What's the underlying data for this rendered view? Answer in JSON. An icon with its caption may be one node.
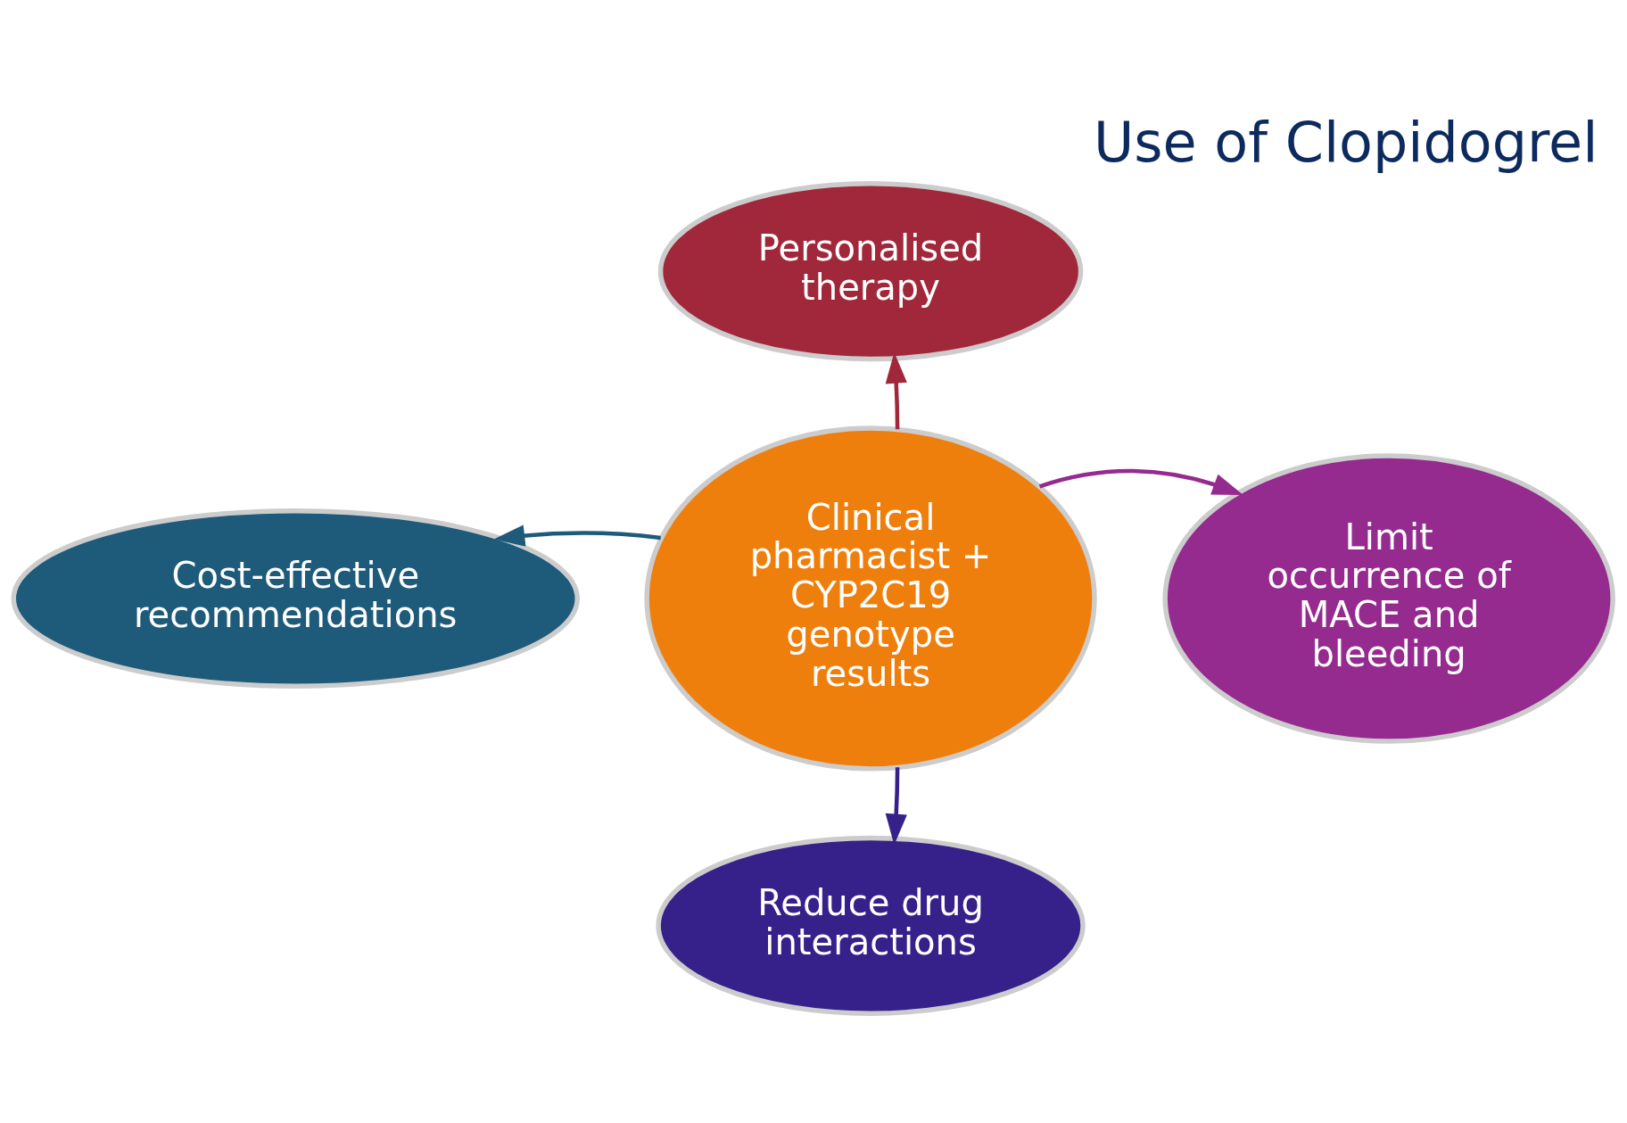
{
  "diagram": {
    "title": "Use of Clopidogrel",
    "nodes": [
      {
        "text": [
          "Clinical pharmacist + CYP2C19 genotype results"
        ]
      },
      {
        "text": [
          "Personalised therapy"
        ]
      },
      {
        "text": [
          "Cost-effective recommendations"
        ]
      },
      {
        "text": [
          "Limit occurrence of MACE and bleeding"
        ]
      },
      {
        "text": [
          "Reduce drug interactions"
        ]
      }
    ],
    "edges": [
      {
        "from": 0,
        "to": 1,
        "arrow": "to",
        "color": "#a0283a"
      },
      {
        "from": 0,
        "to": 2,
        "arrow": "to",
        "color": "#1e5a7a"
      },
      {
        "from": 0,
        "to": 3,
        "arrow": "to",
        "color": "#952a8f"
      },
      {
        "from": 0,
        "to": 4,
        "arrow": "to",
        "color": "#36208a"
      }
    ]
  }
}
